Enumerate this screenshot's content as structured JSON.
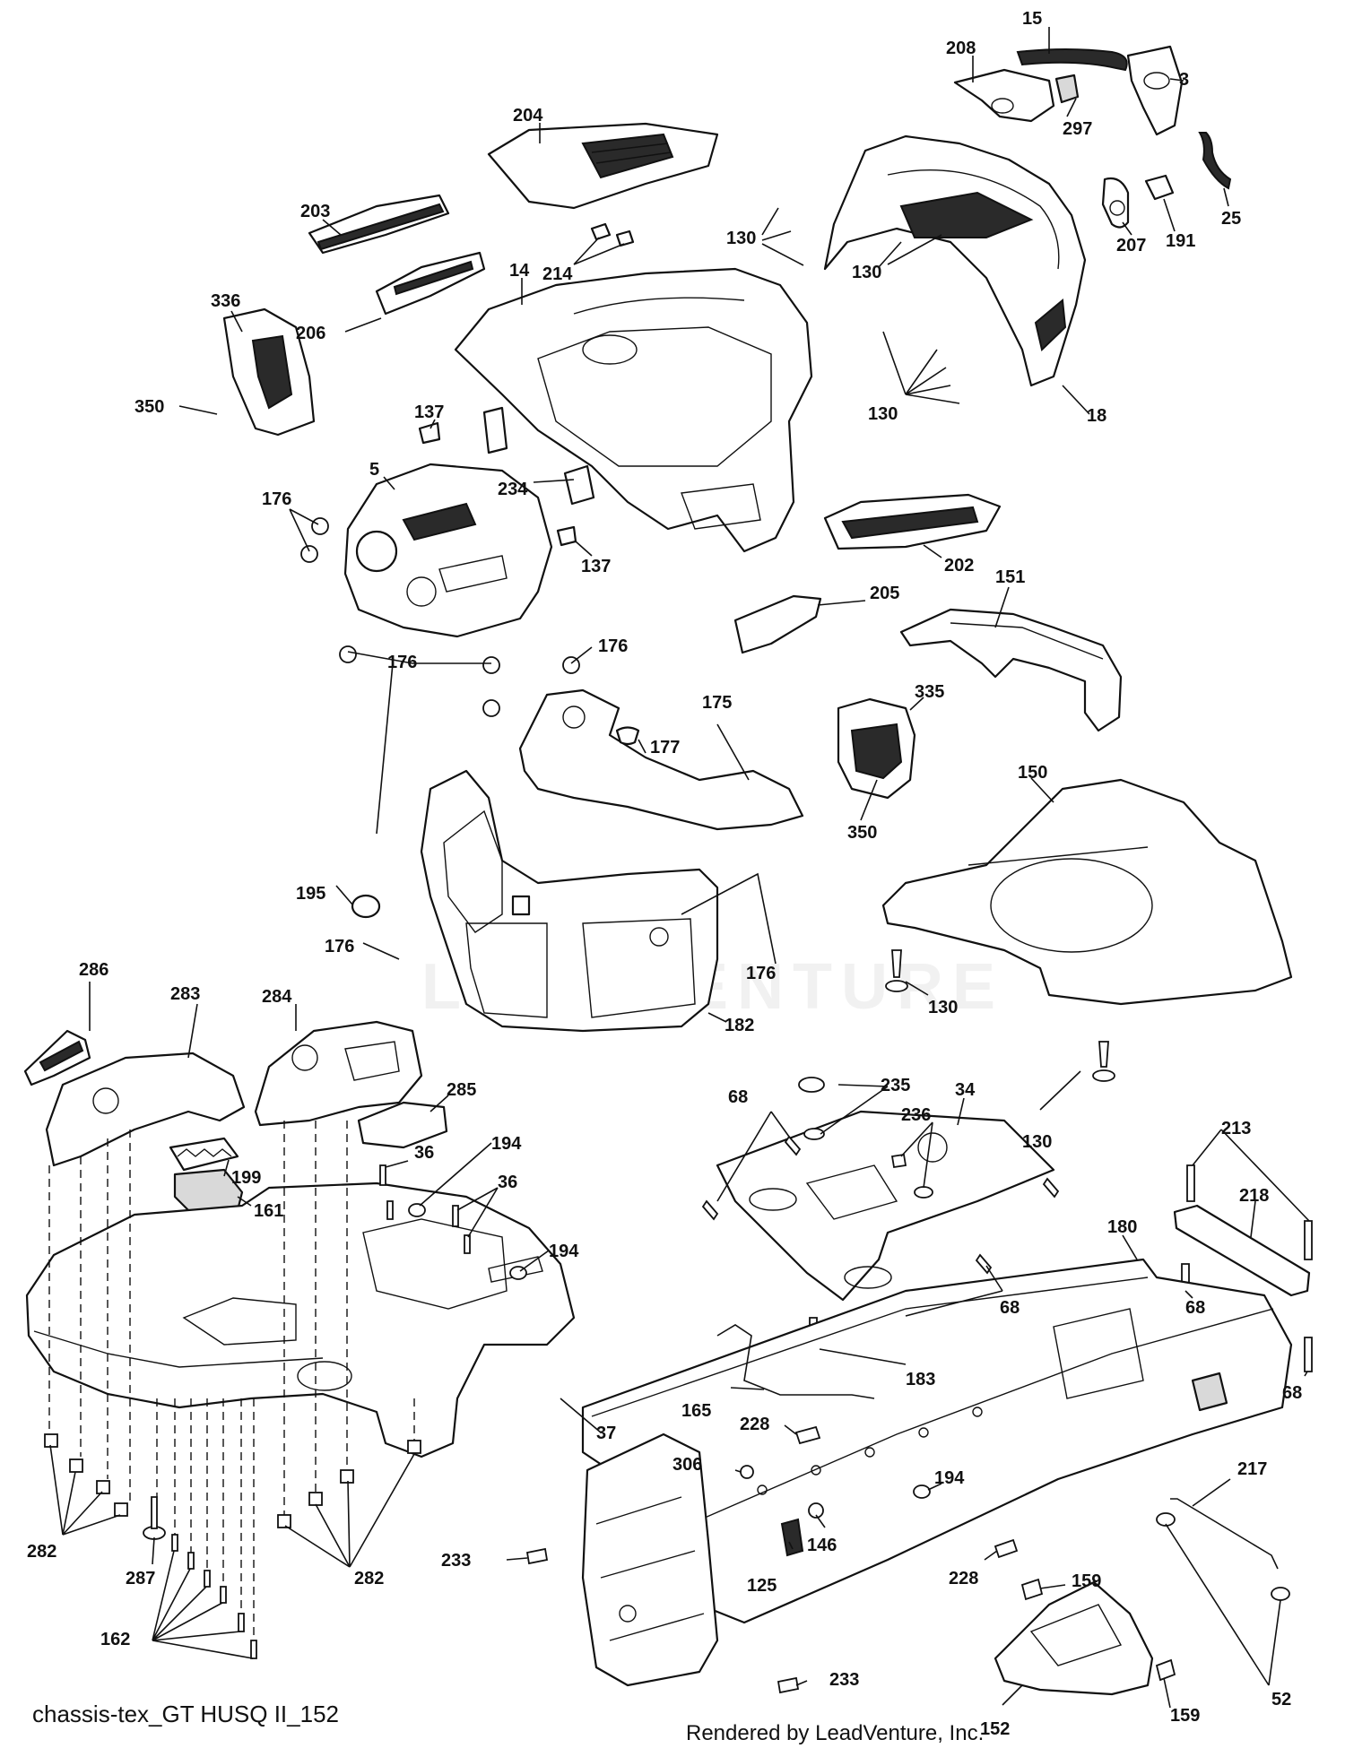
{
  "diagram": {
    "caption_left": "chassis-tex_GT HUSQ II_152",
    "caption_center": "Rendered by LeadVenture, Inc.",
    "watermark": "LEADVENTURE",
    "callouts": [
      {
        "id": "c15",
        "label": "15"
      },
      {
        "id": "c208",
        "label": "208"
      },
      {
        "id": "c3",
        "label": "3"
      },
      {
        "id": "c297",
        "label": "297"
      },
      {
        "id": "c204",
        "label": "204"
      },
      {
        "id": "c25",
        "label": "25"
      },
      {
        "id": "c191",
        "label": "191"
      },
      {
        "id": "c207",
        "label": "207"
      },
      {
        "id": "c203",
        "label": "203"
      },
      {
        "id": "c130a",
        "label": "130"
      },
      {
        "id": "c214",
        "label": "214"
      },
      {
        "id": "c130b",
        "label": "130"
      },
      {
        "id": "c14",
        "label": "14"
      },
      {
        "id": "c336",
        "label": "336"
      },
      {
        "id": "c206",
        "label": "206"
      },
      {
        "id": "c350a",
        "label": "350"
      },
      {
        "id": "c130c",
        "label": "130"
      },
      {
        "id": "c18",
        "label": "18"
      },
      {
        "id": "c137a",
        "label": "137"
      },
      {
        "id": "c5",
        "label": "5"
      },
      {
        "id": "c234",
        "label": "234"
      },
      {
        "id": "c176a",
        "label": "176"
      },
      {
        "id": "c137b",
        "label": "137"
      },
      {
        "id": "c202",
        "label": "202"
      },
      {
        "id": "c205",
        "label": "205"
      },
      {
        "id": "c151",
        "label": "151"
      },
      {
        "id": "c176b",
        "label": "176"
      },
      {
        "id": "c176c",
        "label": "176"
      },
      {
        "id": "c175",
        "label": "175"
      },
      {
        "id": "c335",
        "label": "335"
      },
      {
        "id": "c177",
        "label": "177"
      },
      {
        "id": "c150",
        "label": "150"
      },
      {
        "id": "c350b",
        "label": "350"
      },
      {
        "id": "c195",
        "label": "195"
      },
      {
        "id": "c176d",
        "label": "176"
      },
      {
        "id": "c176e",
        "label": "176"
      },
      {
        "id": "c130d",
        "label": "130"
      },
      {
        "id": "c182",
        "label": "182"
      },
      {
        "id": "c286",
        "label": "286"
      },
      {
        "id": "c283",
        "label": "283"
      },
      {
        "id": "c284",
        "label": "284"
      },
      {
        "id": "c285",
        "label": "285"
      },
      {
        "id": "c235",
        "label": "235"
      },
      {
        "id": "c34",
        "label": "34"
      },
      {
        "id": "c68a",
        "label": "68"
      },
      {
        "id": "c236",
        "label": "236"
      },
      {
        "id": "c130e",
        "label": "130"
      },
      {
        "id": "c213",
        "label": "213"
      },
      {
        "id": "c36a",
        "label": "36"
      },
      {
        "id": "c194a",
        "label": "194"
      },
      {
        "id": "c199",
        "label": "199"
      },
      {
        "id": "c36b",
        "label": "36"
      },
      {
        "id": "c161",
        "label": "161"
      },
      {
        "id": "c218",
        "label": "218"
      },
      {
        "id": "c194b",
        "label": "194"
      },
      {
        "id": "c180",
        "label": "180"
      },
      {
        "id": "c68b",
        "label": "68"
      },
      {
        "id": "c68c",
        "label": "68"
      },
      {
        "id": "c183",
        "label": "183"
      },
      {
        "id": "c68d",
        "label": "68"
      },
      {
        "id": "c165",
        "label": "165"
      },
      {
        "id": "c37",
        "label": "37"
      },
      {
        "id": "c228a",
        "label": "228"
      },
      {
        "id": "c306",
        "label": "306"
      },
      {
        "id": "c194c",
        "label": "194"
      },
      {
        "id": "c217",
        "label": "217"
      },
      {
        "id": "c282a",
        "label": "282"
      },
      {
        "id": "c287",
        "label": "287"
      },
      {
        "id": "c146",
        "label": "146"
      },
      {
        "id": "c233a",
        "label": "233"
      },
      {
        "id": "c159a",
        "label": "159"
      },
      {
        "id": "c125",
        "label": "125"
      },
      {
        "id": "c228b",
        "label": "228"
      },
      {
        "id": "c282b",
        "label": "282"
      },
      {
        "id": "c162",
        "label": "162"
      },
      {
        "id": "c233b",
        "label": "233"
      },
      {
        "id": "c52",
        "label": "52"
      },
      {
        "id": "c152",
        "label": "152"
      },
      {
        "id": "c159b",
        "label": "159"
      }
    ]
  }
}
